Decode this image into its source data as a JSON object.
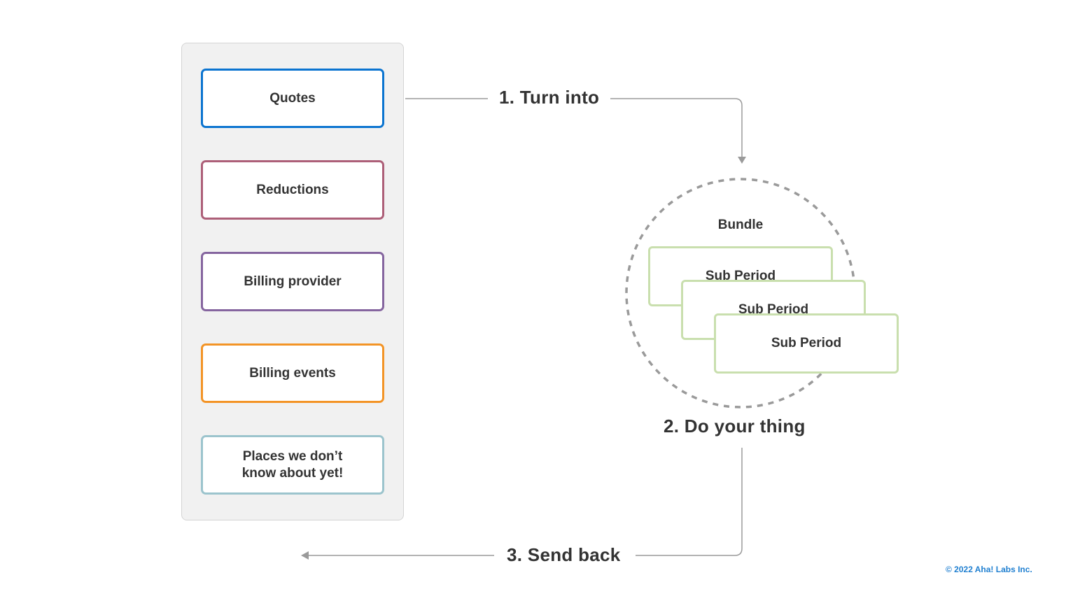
{
  "colors": {
    "quotes": "#0b74d0",
    "reductions": "#ad5f78",
    "billing_provider": "#85659f",
    "billing_events": "#f39426",
    "places_unknown": "#9cc4cd",
    "sub_period_border": "#c9dfae",
    "panel_bg": "#f1f1f1",
    "connector": "#9a9a9a",
    "circle": "#9a9a9a",
    "copyright": "#1f7fd0"
  },
  "sources": [
    {
      "label": "Quotes",
      "color_key": "quotes"
    },
    {
      "label": "Reductions",
      "color_key": "reductions"
    },
    {
      "label": "Billing provider",
      "color_key": "billing_provider"
    },
    {
      "label": "Billing events",
      "color_key": "billing_events"
    },
    {
      "label": "Places we don’t\nknow about yet!",
      "color_key": "places_unknown"
    }
  ],
  "steps": {
    "turn_into": "1.  Turn into",
    "do_your_thing": "2.  Do your thing",
    "send_back": "3.  Send back"
  },
  "bundle": {
    "label": "Bundle",
    "sub_periods": [
      "Sub Period",
      "Sub Period",
      "Sub Period"
    ]
  },
  "footer": {
    "copyright": "© 2022 Aha! Labs Inc."
  }
}
